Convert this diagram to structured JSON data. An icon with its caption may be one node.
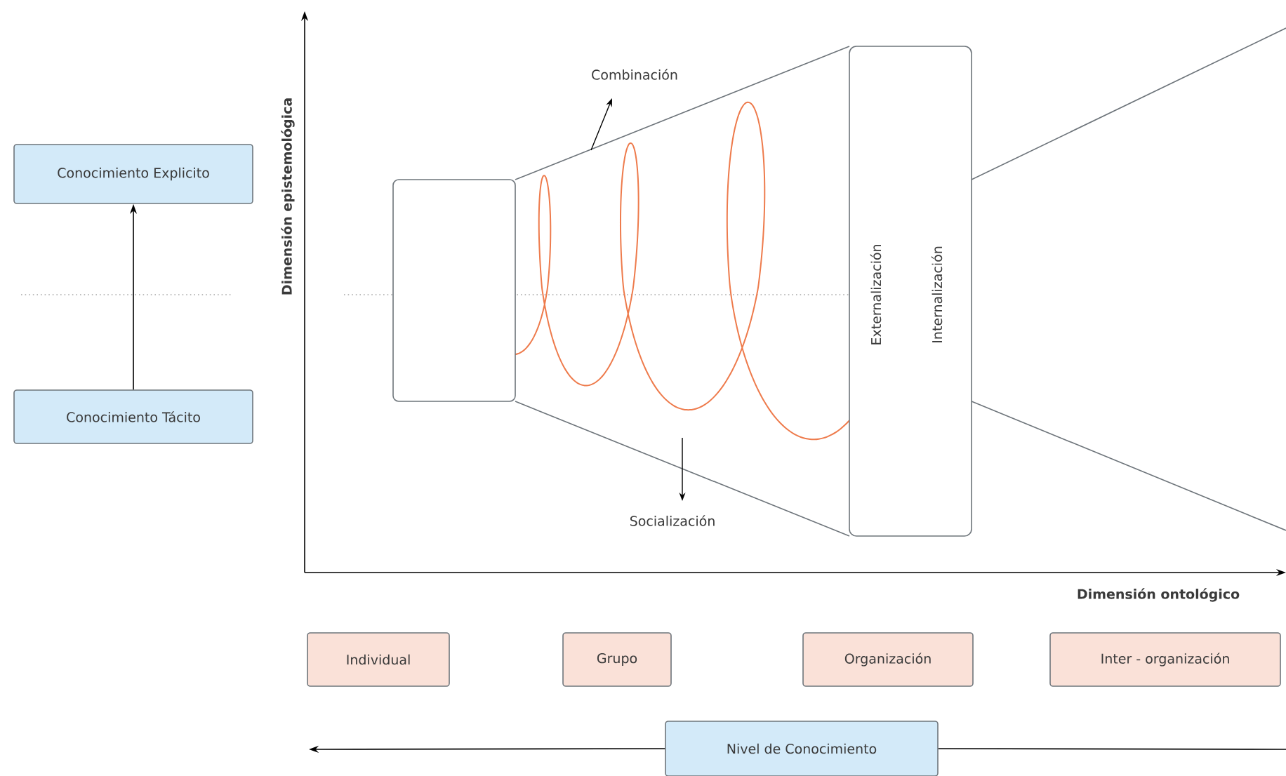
{
  "diagram": {
    "nodes": [
      {
        "text": [
          "Conocimiento Explicito"
        ]
      },
      {
        "text": [
          "Conocimiento Tácito"
        ]
      },
      {
        "text": [],
        "shape": "box"
      },
      {
        "text": [
          "Externalización",
          "Internalización"
        ]
      },
      {
        "text": [
          "Individual"
        ]
      },
      {
        "text": [
          "Grupo"
        ]
      },
      {
        "text": [
          "Organización"
        ]
      },
      {
        "text": [
          "Inter - organización"
        ]
      },
      {
        "text": [
          "Nivel de Conocimiento"
        ]
      }
    ],
    "edges": [
      {
        "from": 1,
        "to": 0,
        "arrow": "to"
      },
      {
        "from": 8,
        "to": null,
        "arrow": "to"
      },
      {
        "from": 8,
        "to": null,
        "arrow": "none"
      }
    ],
    "labels": [
      "Dimensión epistemológica",
      "Combinación",
      "Socialización",
      "Dimensión ontológico"
    ]
  }
}
